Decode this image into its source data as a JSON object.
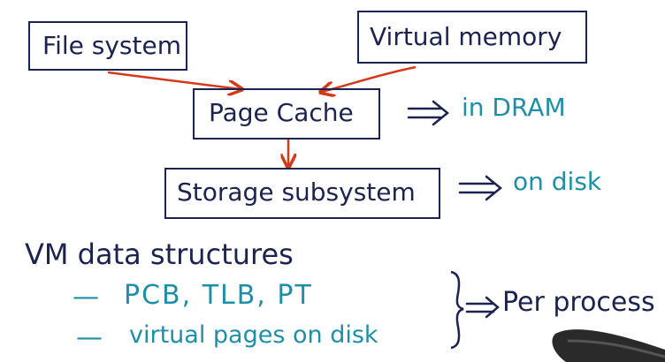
{
  "diagram": {
    "boxes": {
      "file_system": "File system",
      "virtual_memory": "Virtual memory",
      "page_cache": "Page Cache",
      "storage_subsystem": "Storage subsystem"
    },
    "notes": {
      "page_cache_location": "in DRAM",
      "storage_location": "on disk",
      "implies": "⇒"
    },
    "vm_section": {
      "heading": "VM data structures",
      "items": [
        "PCB, TLB, PT",
        "virtual pages on disk"
      ],
      "bullet": "—",
      "conclusion": "Per process"
    },
    "colors": {
      "ink_dark": "#1c2350",
      "ink_teal": "#1f8fa8",
      "arrow_red": "#d23a1a"
    },
    "icons": [
      "pen-icon"
    ]
  }
}
